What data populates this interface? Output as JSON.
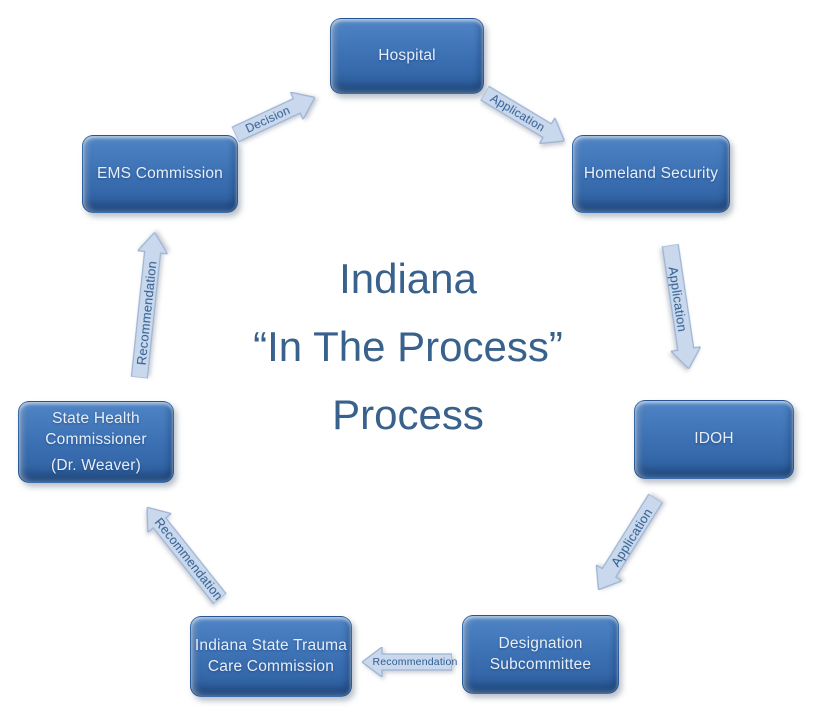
{
  "diagram": {
    "type": "circular-process-flow",
    "title": {
      "lines": [
        "Indiana",
        "“In The Process”",
        "Process"
      ]
    },
    "nodes": [
      {
        "label": "Hospital"
      },
      {
        "label": "Homeland Security"
      },
      {
        "label": "IDOH"
      },
      {
        "label": "Designation\nSubcommittee"
      },
      {
        "label": "Indiana State Trauma\nCare Commission"
      },
      {
        "label": "State Health\nCommissioner",
        "sublabel": "(Dr. Weaver)"
      },
      {
        "label": "EMS Commission"
      }
    ],
    "arrows": [
      {
        "label": "Application",
        "from": "Hospital",
        "to": "Homeland Security"
      },
      {
        "label": "Application",
        "from": "Homeland Security",
        "to": "IDOH"
      },
      {
        "label": "Application",
        "from": "IDOH",
        "to": "Designation Subcommittee"
      },
      {
        "label": "Recommendation",
        "from": "Designation Subcommittee",
        "to": "Indiana State Trauma Care Commission"
      },
      {
        "label": "Recommendation",
        "from": "Indiana State Trauma Care Commission",
        "to": "State Health Commissioner"
      },
      {
        "label": "Recommendation",
        "from": "State Health Commissioner",
        "to": "EMS Commission"
      },
      {
        "label": "Decision",
        "from": "EMS Commission",
        "to": "Hospital"
      }
    ],
    "colors": {
      "background": "#ffffff",
      "box_gradient_top": "#4f85c6",
      "box_gradient_bottom": "#2e5f9f",
      "box_text": "#e7eef8",
      "arrow_fill": "#c9d8ec",
      "arrow_border": "#9db4d2",
      "arrow_text": "#2d5c90",
      "title_text": "#38618c"
    }
  }
}
